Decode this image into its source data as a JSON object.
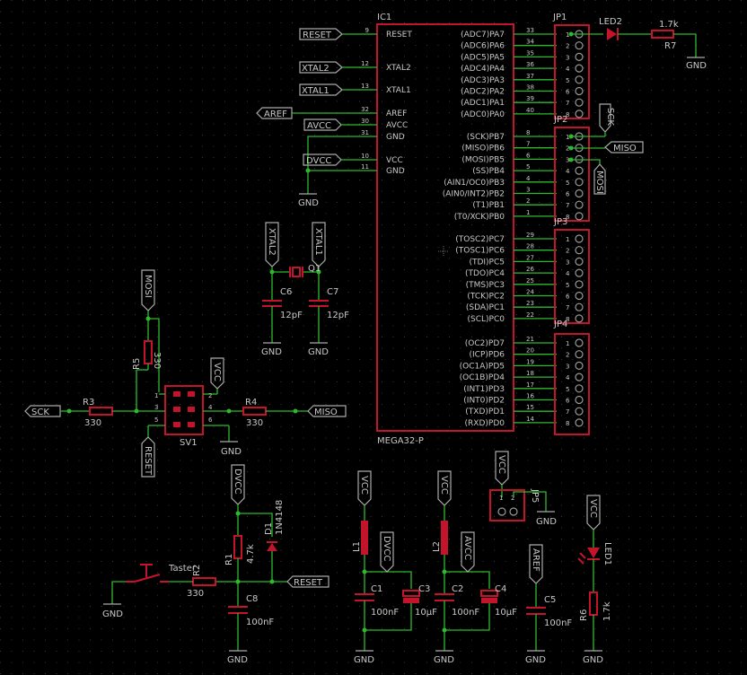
{
  "schematic": {
    "ic": {
      "name": "IC1",
      "value": "MEGA32-P",
      "left_pins": [
        {
          "num": "9",
          "name": "RESET"
        },
        {
          "num": "12",
          "name": "XTAL2"
        },
        {
          "num": "13",
          "name": "XTAL1"
        },
        {
          "num": "32",
          "name": "AREF"
        },
        {
          "num": "30",
          "name": "AVCC"
        },
        {
          "num": "31",
          "name": "GND"
        },
        {
          "num": "10",
          "name": "VCC"
        },
        {
          "num": "11",
          "name": "GND"
        }
      ],
      "right_pins": [
        {
          "num": "33",
          "name": "(ADC7)PA7"
        },
        {
          "num": "34",
          "name": "(ADC6)PA6"
        },
        {
          "num": "35",
          "name": "(ADC5)PA5"
        },
        {
          "num": "36",
          "name": "(ADC4)PA4"
        },
        {
          "num": "37",
          "name": "(ADC3)PA3"
        },
        {
          "num": "38",
          "name": "(ADC2)PA2"
        },
        {
          "num": "39",
          "name": "(ADC1)PA1"
        },
        {
          "num": "40",
          "name": "(ADC0)PA0"
        },
        {
          "num": "8",
          "name": "(SCK)PB7"
        },
        {
          "num": "7",
          "name": "(MISO)PB6"
        },
        {
          "num": "6",
          "name": "(MOSI)PB5"
        },
        {
          "num": "5",
          "name": "(SS)PB4"
        },
        {
          "num": "4",
          "name": "(AIN1/OC0)PB3"
        },
        {
          "num": "3",
          "name": "(AIN0/INT2)PB2"
        },
        {
          "num": "2",
          "name": "(T1)PB1"
        },
        {
          "num": "1",
          "name": "(T0/XCK)PB0"
        },
        {
          "num": "29",
          "name": "(TOSC2)PC7"
        },
        {
          "num": "28",
          "name": "(TOSC1)PC6"
        },
        {
          "num": "27",
          "name": "(TDI)PC5"
        },
        {
          "num": "26",
          "name": "(TDO)PC4"
        },
        {
          "num": "25",
          "name": "(TMS)PC3"
        },
        {
          "num": "24",
          "name": "(TCK)PC2"
        },
        {
          "num": "23",
          "name": "(SDA)PC1"
        },
        {
          "num": "22",
          "name": "(SCL)PC0"
        },
        {
          "num": "21",
          "name": "(OC2)PD7"
        },
        {
          "num": "20",
          "name": "(ICP)PD6"
        },
        {
          "num": "19",
          "name": "(OC1A)PD5"
        },
        {
          "num": "18",
          "name": "(OC1B)PD4"
        },
        {
          "num": "17",
          "name": "(INT1)PD3"
        },
        {
          "num": "16",
          "name": "(INT0)PD2"
        },
        {
          "num": "15",
          "name": "(TXD)PD1"
        },
        {
          "num": "14",
          "name": "(RXD)PD0"
        }
      ]
    },
    "headers": {
      "names": [
        "JP1",
        "JP2",
        "JP3",
        "JP4"
      ],
      "pin_numbers": [
        "1",
        "2",
        "3",
        "4",
        "5",
        "6",
        "7",
        "8"
      ]
    },
    "net_labels": {
      "reset": "RESET",
      "xtal2": "XTAL2",
      "xtal1": "XTAL1",
      "aref": "AREF",
      "avcc": "AVCC",
      "dvcc": "DVCC",
      "sck": "SCK",
      "miso": "MISO",
      "mosi": "MOSI",
      "vcc": "VCC",
      "gnd": "GND"
    },
    "components": {
      "led2": {
        "name": "LED2"
      },
      "r7": {
        "name": "R7",
        "value": "1.7k"
      },
      "q1": {
        "name": "Q1"
      },
      "c6": {
        "name": "C6",
        "value": "12pF"
      },
      "c7": {
        "name": "C7",
        "value": "12pF"
      },
      "r5": {
        "name": "R5",
        "value": "330"
      },
      "r3": {
        "name": "R3",
        "value": "330"
      },
      "r4": {
        "name": "R4",
        "value": "330"
      },
      "sv1": {
        "name": "SV1",
        "pins": [
          "1",
          "2",
          "3",
          "4",
          "5",
          "6"
        ]
      },
      "d1": {
        "name": "D1",
        "value": "1N4148"
      },
      "r1": {
        "name": "R1",
        "value": "4.7k"
      },
      "r2": {
        "name": "R2",
        "value": "330"
      },
      "taster": {
        "name": "Taster"
      },
      "c8": {
        "name": "C8",
        "value": "100nF"
      },
      "l1": {
        "name": "L1"
      },
      "l2": {
        "name": "L2"
      },
      "c1": {
        "name": "C1",
        "value": "100nF"
      },
      "c3": {
        "name": "C3",
        "value": "10µF"
      },
      "c2": {
        "name": "C2",
        "value": "100nF"
      },
      "c4": {
        "name": "C4",
        "value": "10µF"
      },
      "c5": {
        "name": "C5",
        "value": "100nF"
      },
      "jp5": {
        "name": "JP5",
        "pins": [
          "1",
          "2"
        ]
      },
      "led1": {
        "name": "LED1"
      },
      "r6": {
        "name": "R6",
        "value": "1.7k"
      }
    },
    "colors": {
      "background": "#000000",
      "wire": "#2eb82e",
      "part": "#c4142c",
      "text": "#c8c8c8"
    }
  }
}
